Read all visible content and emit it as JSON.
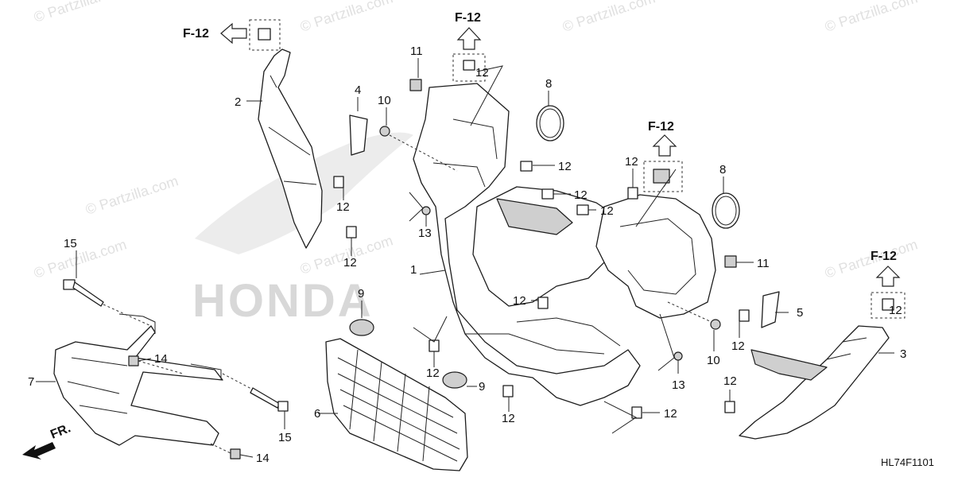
{
  "watermarks": [
    "© Partzilla.com",
    "© Partzilla.com",
    "© Partzilla.com",
    "© Partzilla.com",
    "© Partzilla.com",
    "© Partzilla.com",
    "© Partzilla.com",
    "© Partzilla.com",
    "© Partzilla.com"
  ],
  "brand_watermark": "HONDA",
  "reference_label": "F-12",
  "front_indicator": "FR.",
  "diagram_code": "HL74F1101",
  "callouts": {
    "c1": "1",
    "c2": "2",
    "c3": "3",
    "c4": "4",
    "c5": "5",
    "c6": "6",
    "c7": "7",
    "c8a": "8",
    "c8b": "8",
    "c9a": "9",
    "c9b": "9",
    "c10a": "10",
    "c10b": "10",
    "c11a": "11",
    "c11b": "11",
    "c12a": "12",
    "c12b": "12",
    "c12c": "12",
    "c12d": "12",
    "c12e": "12",
    "c12f": "12",
    "c12g": "12",
    "c12h": "12",
    "c12i": "12",
    "c12j": "12",
    "c12k": "12",
    "c12l": "12",
    "c12m": "12",
    "c12n": "12",
    "c13a": "13",
    "c13b": "13",
    "c14a": "14",
    "c14b": "14",
    "c15a": "15",
    "c15b": "15"
  }
}
